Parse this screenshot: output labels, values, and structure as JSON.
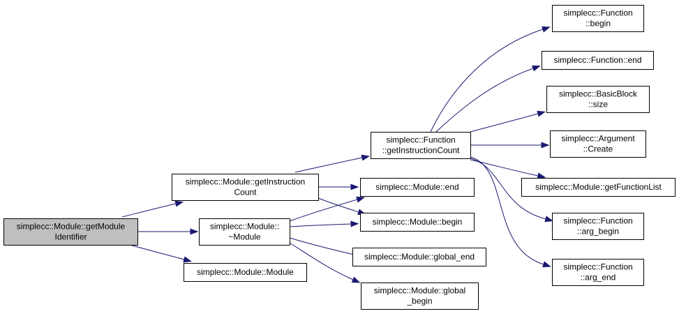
{
  "graph": {
    "colors": {
      "edge": "#191970",
      "root_fill": "#bfbfbf",
      "node_fill": "#ffffff",
      "node_border": "#000000"
    },
    "nodes": [
      {
        "id": "getModuleIdentifier",
        "lines": [
          "simplecc::Module::getModule",
          "Identifier"
        ],
        "root": true
      },
      {
        "id": "getInstructionCount",
        "lines": [
          "simplecc::Module::getInstruction",
          "Count"
        ]
      },
      {
        "id": "dtor",
        "lines": [
          "simplecc::Module::",
          "~Module"
        ]
      },
      {
        "id": "ctor",
        "lines": [
          "simplecc::Module::Module"
        ]
      },
      {
        "id": "fnGetInstructionCount",
        "lines": [
          "simplecc::Function",
          "::getInstructionCount"
        ]
      },
      {
        "id": "modEnd",
        "lines": [
          "simplecc::Module::end"
        ]
      },
      {
        "id": "modBegin",
        "lines": [
          "simplecc::Module::begin"
        ]
      },
      {
        "id": "globalEnd",
        "lines": [
          "simplecc::Module::global_end"
        ]
      },
      {
        "id": "globalBegin",
        "lines": [
          "simplecc::Module::global",
          "_begin"
        ]
      },
      {
        "id": "fnBegin",
        "lines": [
          "simplecc::Function",
          "::begin"
        ]
      },
      {
        "id": "fnEnd",
        "lines": [
          "simplecc::Function::end"
        ]
      },
      {
        "id": "bbSize",
        "lines": [
          "simplecc::BasicBlock",
          "::size"
        ]
      },
      {
        "id": "argCreate",
        "lines": [
          "simplecc::Argument",
          "::Create"
        ]
      },
      {
        "id": "getFunctionList",
        "lines": [
          "simplecc::Module::getFunctionList"
        ]
      },
      {
        "id": "argBegin",
        "lines": [
          "simplecc::Function",
          "::arg_begin"
        ]
      },
      {
        "id": "argEnd",
        "lines": [
          "simplecc::Function",
          "::arg_end"
        ]
      }
    ],
    "edges": [
      {
        "from": "getModuleIdentifier",
        "to": "getInstructionCount"
      },
      {
        "from": "getModuleIdentifier",
        "to": "dtor"
      },
      {
        "from": "getModuleIdentifier",
        "to": "ctor"
      },
      {
        "from": "getInstructionCount",
        "to": "fnGetInstructionCount"
      },
      {
        "from": "getInstructionCount",
        "to": "modEnd"
      },
      {
        "from": "getInstructionCount",
        "to": "modBegin"
      },
      {
        "from": "dtor",
        "to": "modEnd"
      },
      {
        "from": "dtor",
        "to": "modBegin"
      },
      {
        "from": "dtor",
        "to": "globalEnd"
      },
      {
        "from": "dtor",
        "to": "globalBegin"
      },
      {
        "from": "fnGetInstructionCount",
        "to": "fnBegin"
      },
      {
        "from": "fnGetInstructionCount",
        "to": "fnEnd"
      },
      {
        "from": "fnGetInstructionCount",
        "to": "bbSize"
      },
      {
        "from": "fnGetInstructionCount",
        "to": "argCreate"
      },
      {
        "from": "fnGetInstructionCount",
        "to": "getFunctionList"
      },
      {
        "from": "fnGetInstructionCount",
        "to": "argBegin"
      },
      {
        "from": "fnGetInstructionCount",
        "to": "argEnd"
      }
    ]
  }
}
